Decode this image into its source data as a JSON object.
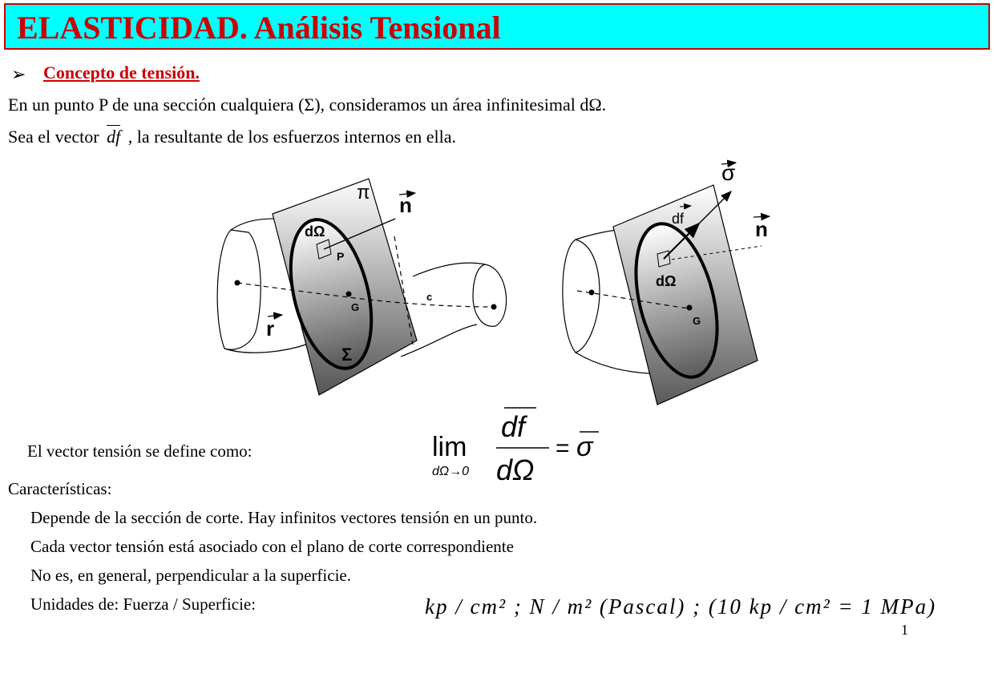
{
  "header": {
    "title": "ELASTICIDAD. Análisis Tensional"
  },
  "section": {
    "heading": "Concepto de tensión."
  },
  "body": {
    "line1": "En un punto P de una sección cualquiera (Σ), consideramos un área infinitesimal dΩ.",
    "line2_before": "Sea el vector",
    "line2_vector": "df",
    "line2_after": ", la resultante de los esfuerzos internos en ella."
  },
  "figure_left": {
    "pi": "π",
    "n": "n",
    "dOmega": "dΩ",
    "P": "P",
    "G": "G",
    "c": "c",
    "r": "r",
    "Sigma": "Σ"
  },
  "figure_right": {
    "sigma": "σ",
    "df": "df",
    "n": "n",
    "dOmega": "dΩ",
    "G": "G"
  },
  "definition": {
    "label": "El vector tensión se define como:",
    "lim": "lim",
    "limsub": "dΩ→0",
    "numerator": "df",
    "denominator": "dΩ",
    "equals": "=",
    "result": "σ"
  },
  "characteristics": {
    "heading": "Características:",
    "items": [
      "Depende de la sección de corte. Hay infinitos vectores tensión en un punto.",
      "Cada vector tensión está asociado con el plano de corte correspondiente",
      "No es, en general, perpendicular a la superficie.",
      "Unidades de:  Fuerza / Superficie:"
    ],
    "units": "kp / cm² ;  N / m² (Pascal) ;  (10 kp / cm² = 1 MPa)"
  },
  "footer": {
    "page_number": "1"
  }
}
